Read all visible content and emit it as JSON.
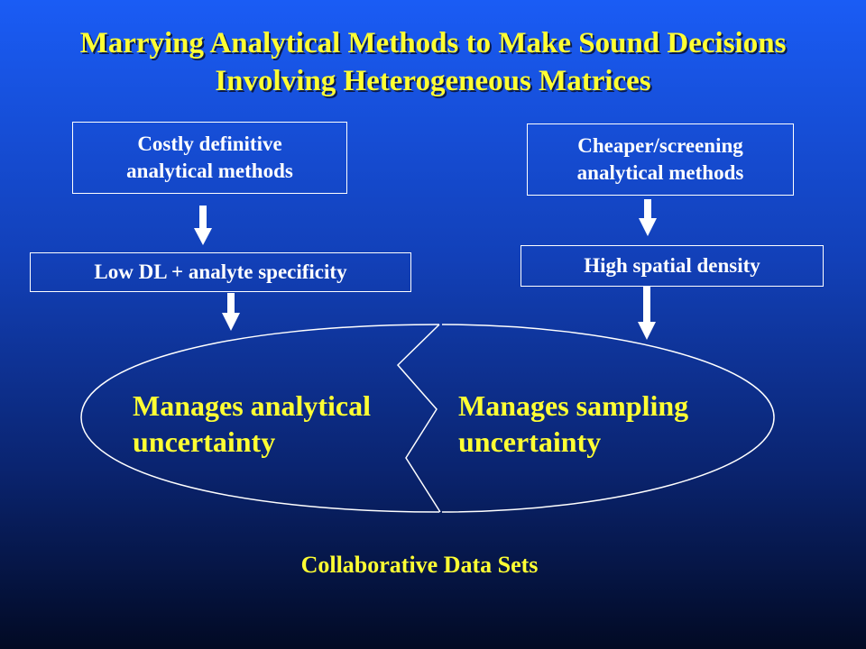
{
  "title": {
    "line1": "Marrying Analytical Methods to Make Sound Decisions",
    "line2": "Involving Heterogeneous Matrices"
  },
  "left": {
    "method_box": {
      "line1": "Costly definitive",
      "line2": "analytical methods"
    },
    "result_box": "Low DL + analyte specificity",
    "uncertainty": {
      "line1": "Manages analytical",
      "line2": "uncertainty"
    }
  },
  "right": {
    "method_box": {
      "line1": "Cheaper/screening",
      "line2": "analytical methods"
    },
    "result_box": "High spatial density",
    "uncertainty": {
      "line1": "Manages sampling",
      "line2": "uncertainty"
    }
  },
  "footer": "Collaborative Data Sets",
  "colors": {
    "title_text": "#ffff33",
    "box_text": "#ffffff",
    "background_top": "#1a5cf5",
    "background_bottom": "#020a24"
  }
}
